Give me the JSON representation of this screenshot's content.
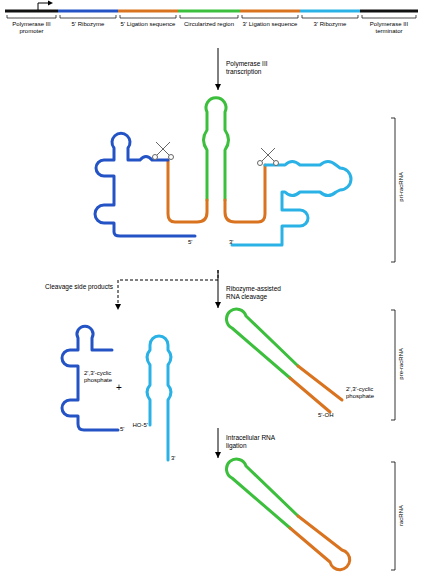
{
  "diagram": {
    "nodes": [
      {
        "text": [
          "Polymerase III promoter"
        ]
      },
      {
        "text": [
          "5' Ribozyme"
        ]
      },
      {
        "text": [
          "5' Ligation sequence"
        ]
      },
      {
        "text": [
          "Circularized region"
        ]
      },
      {
        "text": [
          "3' Ligation sequence"
        ]
      },
      {
        "text": [
          "3' Ribozyme"
        ]
      },
      {
        "text": [
          "Polymerase III terminator"
        ]
      },
      {
        "text": [
          "pri-racRNA",
          "5'",
          "3'"
        ]
      },
      {
        "text": [
          "+"
        ]
      },
      {
        "text": [
          "2',3'-cyclic phosphate",
          "5'"
        ],
        "in": 8
      },
      {
        "text": [
          "HO-5'",
          "3'"
        ],
        "in": 8
      },
      {
        "text": [
          "pre-racRNA",
          "2',3'-cyclic phosphate",
          "5'-OH"
        ]
      },
      {
        "text": [
          "racRNA"
        ]
      }
    ],
    "edges": [
      {
        "from": 3,
        "to": 7,
        "label": "Polymerase III transcription",
        "arrow": "to"
      },
      {
        "from": 7,
        "to": 8,
        "label": "Cleavage side products",
        "arrow": "to"
      },
      {
        "from": 7,
        "to": 11,
        "label": "Ribozyme-assisted RNA cleavage",
        "arrow": "to"
      },
      {
        "from": 11,
        "to": 12,
        "label": "Intracellular RNA ligation",
        "arrow": "to"
      }
    ]
  }
}
